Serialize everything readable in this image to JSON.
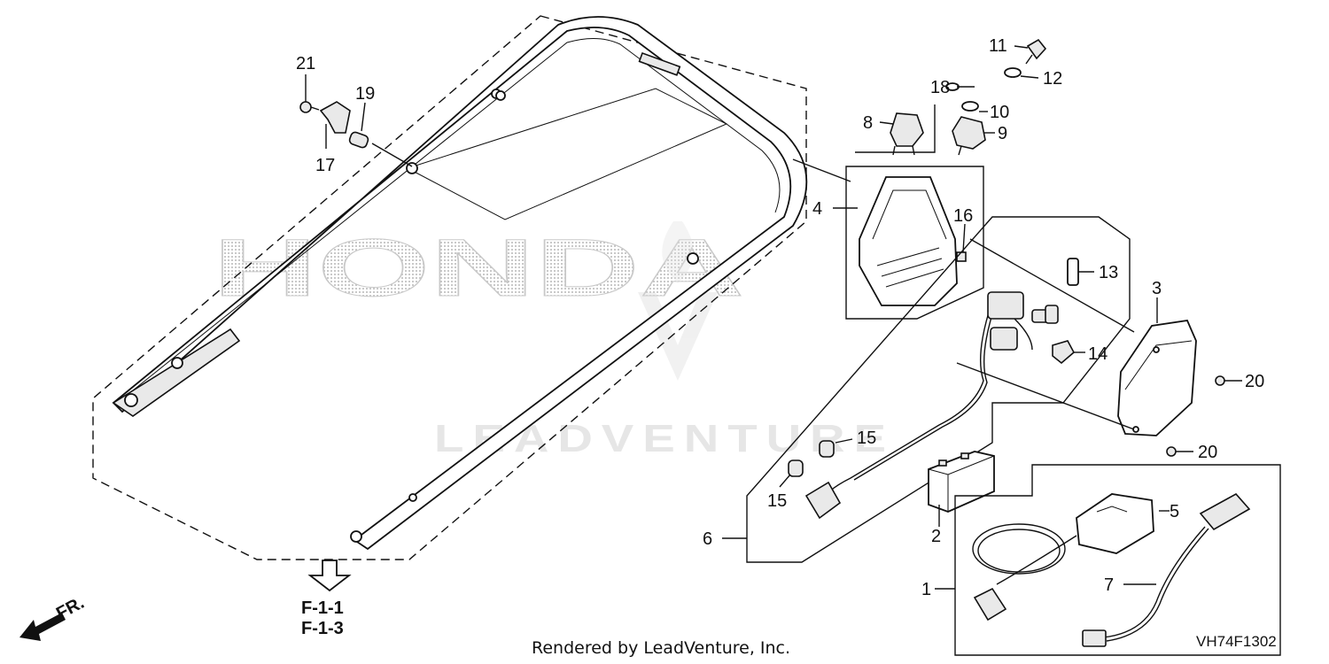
{
  "watermarks": {
    "brand": "HONDA",
    "dealer": "LEADVENTURE"
  },
  "callouts": {
    "p1": "1",
    "p2": "2",
    "p3": "3",
    "p4": "4",
    "p5": "5",
    "p6": "6",
    "p7": "7",
    "p8": "8",
    "p9": "9",
    "p10": "10",
    "p11": "11",
    "p12": "12",
    "p13": "13",
    "p14": "14",
    "p15a": "15",
    "p15b": "15",
    "p16": "16",
    "p17": "17",
    "p18": "18",
    "p19": "19",
    "p20a": "20",
    "p20b": "20",
    "p21": "21"
  },
  "references": {
    "ref_top": "F-1-1",
    "ref_bottom": "F-1-3",
    "front_marker": "FR."
  },
  "footer": {
    "rendered_by": "Rendered by LeadVenture, Inc.",
    "diagram_code": "VH74F1302"
  }
}
